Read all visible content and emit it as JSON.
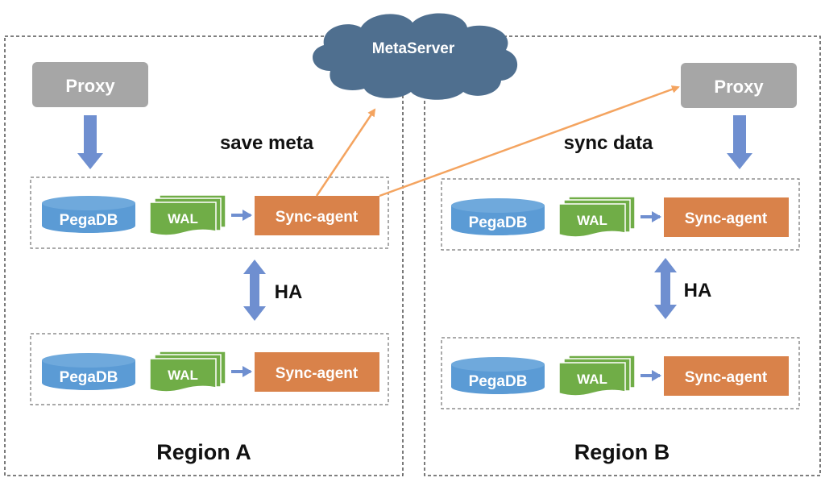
{
  "meta_server": {
    "label": "MetaServer"
  },
  "edges": {
    "save_meta": "save meta",
    "sync_data": "sync data"
  },
  "regions": [
    {
      "label": "Region A",
      "proxy": "Proxy",
      "ha_label": "HA",
      "nodes": [
        {
          "db": "PegaDB",
          "wal": "WAL",
          "agent": "Sync-agent"
        },
        {
          "db": "PegaDB",
          "wal": "WAL",
          "agent": "Sync-agent"
        }
      ]
    },
    {
      "label": "Region B",
      "proxy": "Proxy",
      "ha_label": "HA",
      "nodes": [
        {
          "db": "PegaDB",
          "wal": "WAL",
          "agent": "Sync-agent"
        },
        {
          "db": "PegaDB",
          "wal": "WAL",
          "agent": "Sync-agent"
        }
      ]
    }
  ],
  "colors": {
    "proxy": "#a6a6a6",
    "pegadb": "#5b9bd5",
    "wal": "#70ad47",
    "sync_agent": "#d9824a",
    "cloud": "#4f6f8f",
    "arrow_blue": "#6f8fd0",
    "arrow_orange": "#f4a460"
  }
}
